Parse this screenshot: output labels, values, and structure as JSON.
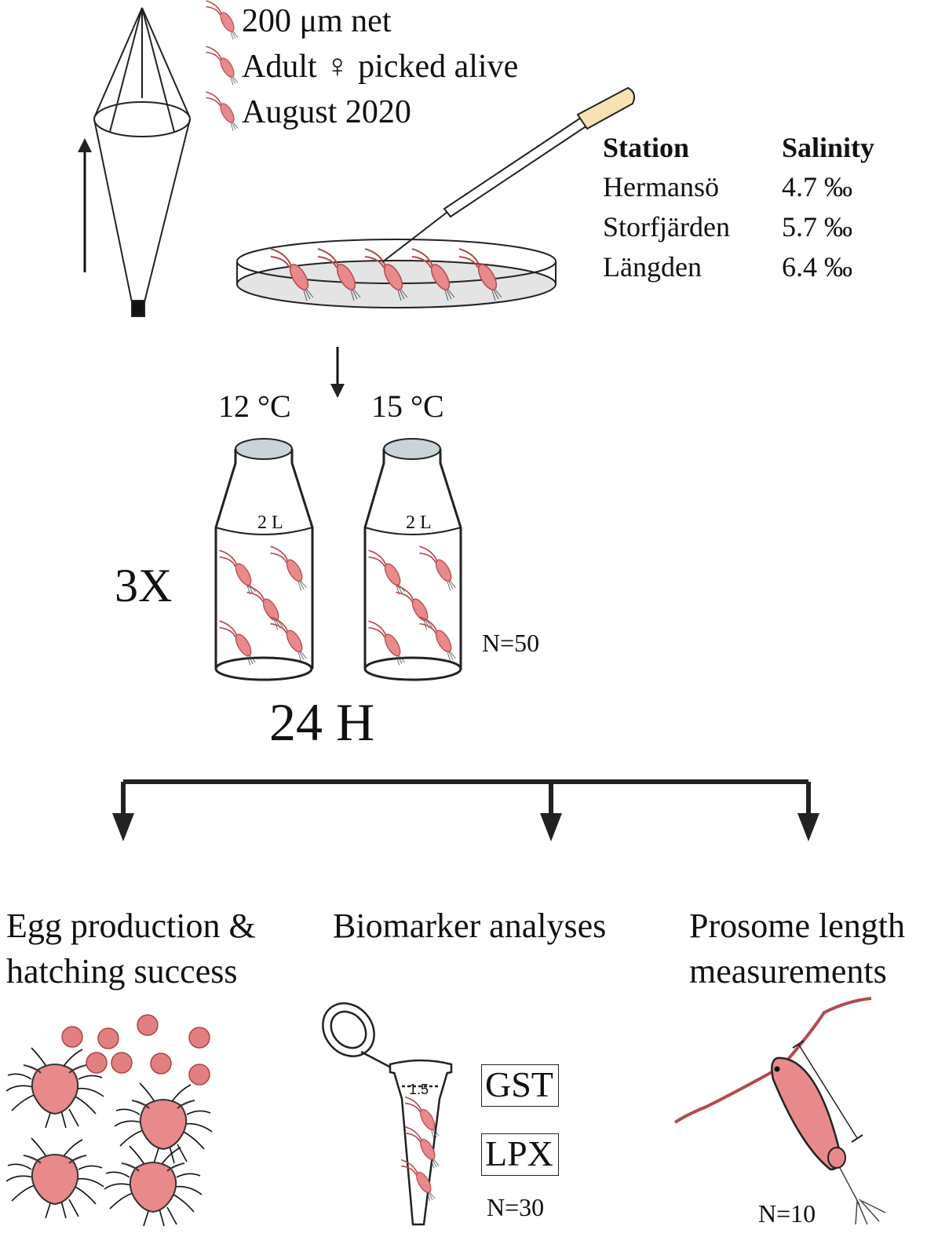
{
  "legend": {
    "items": [
      {
        "text": "200 μm net",
        "icon": "copepod-icon"
      },
      {
        "text": "Adult ♀ picked alive",
        "icon": "copepod-icon"
      },
      {
        "text": "August 2020",
        "icon": "copepod-icon"
      }
    ]
  },
  "station_table": {
    "headers": [
      "Station",
      "Salinity"
    ],
    "rows": [
      [
        "Hermansö",
        "4.7 ‰"
      ],
      [
        "Storfjärden",
        "5.7 ‰"
      ],
      [
        "Längden",
        "6.4 ‰"
      ]
    ]
  },
  "incubation": {
    "bottles": [
      {
        "temperature": "12 °C",
        "volume": "2 L"
      },
      {
        "temperature": "15 °C",
        "volume": "2 L"
      }
    ],
    "replicates": "3X",
    "sample_size": "N=50",
    "duration": "24 H"
  },
  "outcomes": [
    {
      "title_lines": [
        "Egg production &",
        "hatching success"
      ]
    },
    {
      "title_lines": [
        "Biomarker analyses"
      ],
      "tube_label": "1.5",
      "markers": [
        "GST",
        "LPX"
      ],
      "sample_size": "N=30"
    },
    {
      "title_lines": [
        "Prosome length",
        "measurements"
      ],
      "sample_size": "N=10"
    }
  ],
  "colors": {
    "copepod_fill": "#e8898b",
    "copepod_stroke": "#b44a4e",
    "egg_fill": "#e27f80",
    "lid_fill": "#c9d4d8",
    "pipette_bulb": "#f7e2b5",
    "dish_fill": "#e4e4e4",
    "line": "#222222"
  }
}
